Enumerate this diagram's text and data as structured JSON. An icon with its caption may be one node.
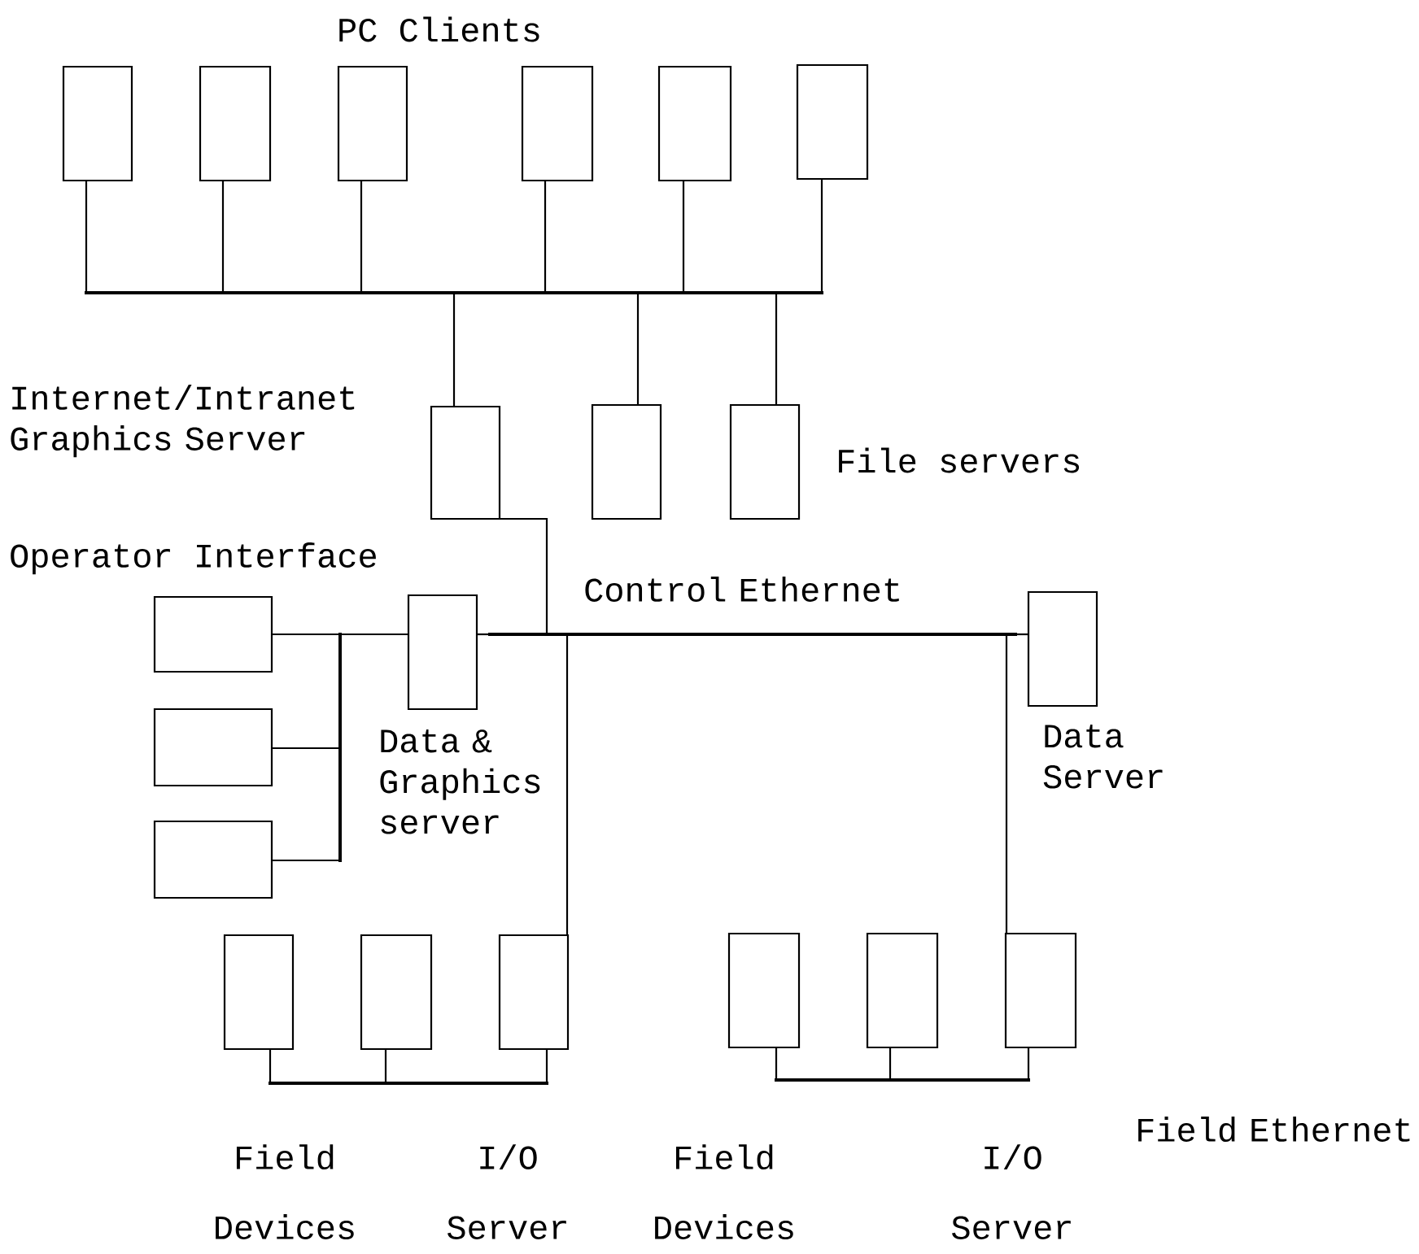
{
  "diagram": {
    "nodes": [
      {
        "text": [],
        "shape": "box"
      },
      {
        "text": [],
        "shape": "box"
      },
      {
        "text": [],
        "shape": "box"
      },
      {
        "text": [],
        "shape": "box"
      },
      {
        "text": [],
        "shape": "box"
      },
      {
        "text": [],
        "shape": "box"
      },
      {
        "text": [],
        "shape": "bar"
      },
      {
        "text": [],
        "shape": "box",
        "beside": [
          "Internet/Intranet Graphics Server"
        ]
      },
      {
        "text": [],
        "shape": "box"
      },
      {
        "text": [],
        "shape": "box"
      },
      {
        "text": [],
        "shape": "box"
      },
      {
        "text": [],
        "shape": "box"
      },
      {
        "text": [],
        "shape": "box"
      },
      {
        "text": [],
        "shape": "bar"
      },
      {
        "text": [],
        "shape": "box",
        "beside": [
          "Data & Graphics server"
        ]
      },
      {
        "text": [],
        "shape": "bar",
        "beside": [
          "Control Ethernet"
        ]
      },
      {
        "text": [],
        "shape": "box",
        "beside": [
          "Data Server"
        ]
      },
      {
        "text": [],
        "shape": "box"
      },
      {
        "text": [],
        "shape": "box"
      },
      {
        "text": [],
        "shape": "box"
      },
      {
        "text": [],
        "shape": "bar"
      },
      {
        "text": [],
        "shape": "box"
      },
      {
        "text": [],
        "shape": "box"
      },
      {
        "text": [],
        "shape": "box"
      },
      {
        "text": [],
        "shape": "bar",
        "beside": [
          "Field Ethernet"
        ]
      }
    ],
    "edges": [
      {
        "from": 0,
        "to": 6,
        "arrow": "none"
      },
      {
        "from": 1,
        "to": 6,
        "arrow": "none"
      },
      {
        "from": 2,
        "to": 6,
        "arrow": "none"
      },
      {
        "from": 3,
        "to": 6,
        "arrow": "none"
      },
      {
        "from": 4,
        "to": 6,
        "arrow": "none"
      },
      {
        "from": 5,
        "to": 6,
        "arrow": "none"
      },
      {
        "from": 6,
        "to": 7,
        "arrow": "none"
      },
      {
        "from": 6,
        "to": 8,
        "arrow": "none"
      },
      {
        "from": 6,
        "to": 9,
        "arrow": "none"
      },
      {
        "from": 7,
        "to": 15,
        "arrow": "none"
      },
      {
        "from": 10,
        "to": 13,
        "arrow": "none"
      },
      {
        "from": 11,
        "to": 13,
        "arrow": "none"
      },
      {
        "from": 12,
        "to": 13,
        "arrow": "none"
      },
      {
        "from": 13,
        "to": 14,
        "arrow": "none"
      },
      {
        "from": 14,
        "to": 15,
        "arrow": "none"
      },
      {
        "from": 15,
        "to": 16,
        "arrow": "none"
      },
      {
        "from": 15,
        "to": 19,
        "arrow": "none"
      },
      {
        "from": 17,
        "to": 20,
        "arrow": "none"
      },
      {
        "from": 18,
        "to": 20,
        "arrow": "none"
      },
      {
        "from": 19,
        "to": 20,
        "arrow": "none"
      },
      {
        "from": 15,
        "to": 23,
        "arrow": "none"
      },
      {
        "from": 21,
        "to": 24,
        "arrow": "none"
      },
      {
        "from": 22,
        "to": 24,
        "arrow": "none"
      },
      {
        "from": 23,
        "to": 24,
        "arrow": "none"
      }
    ],
    "labels": [
      "PC Clients",
      "File servers",
      "Operator Interface",
      "Field Devices",
      "I/O Server",
      "Field Devices",
      "I/O Server"
    ]
  }
}
